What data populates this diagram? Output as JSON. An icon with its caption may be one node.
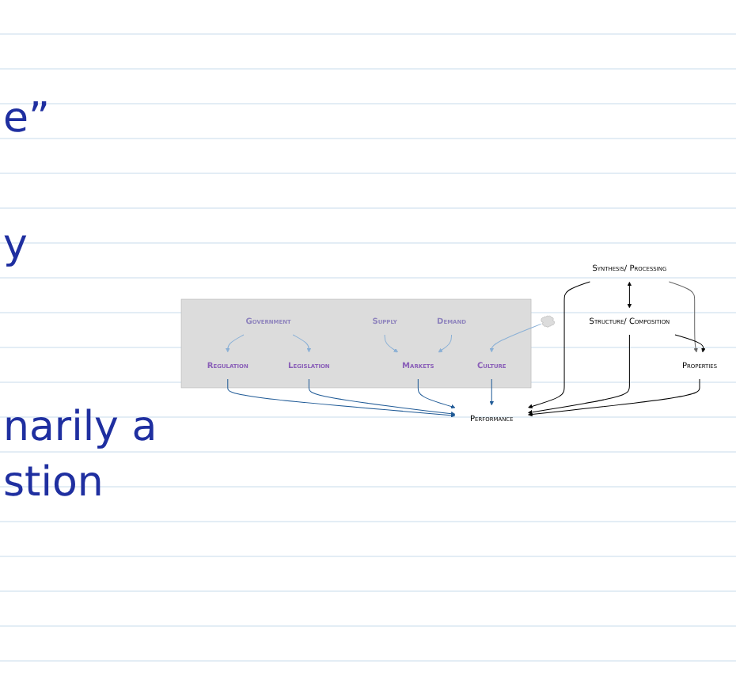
{
  "diagram": {
    "nodes": [
      {
        "text": [],
        "shape": "cloud"
      },
      {
        "text": [
          "Government"
        ],
        "in": 0
      },
      {
        "text": [
          "Supply"
        ],
        "in": 0
      },
      {
        "text": [
          "Demand"
        ],
        "in": 0
      },
      {
        "text": [
          "Regulation"
        ],
        "in": 0
      },
      {
        "text": [
          "Legislation"
        ],
        "in": 0
      },
      {
        "text": [
          "Markets"
        ],
        "in": 0
      },
      {
        "text": [
          "Culture"
        ],
        "in": 0
      },
      {
        "text": [
          "Performance"
        ]
      },
      {
        "text": [
          "Synthesis/ Processing"
        ]
      },
      {
        "text": [
          "Properties"
        ]
      },
      {
        "text": [
          "Structure/ Composition"
        ]
      },
      {
        "text": [],
        "shape": "cloud"
      }
    ],
    "edges": [
      {
        "from": 1,
        "to": 4,
        "arrow": "to",
        "color": "#8ab0d6"
      },
      {
        "from": 1,
        "to": 5,
        "arrow": "to",
        "color": "#8ab0d6"
      },
      {
        "from": 2,
        "to": 6,
        "arrow": "to",
        "color": "#8ab0d6"
      },
      {
        "from": 3,
        "to": 6,
        "arrow": "to",
        "color": "#8ab0d6"
      },
      {
        "from": 12,
        "to": 7,
        "arrow": "to",
        "color": "#8ab0d6"
      },
      {
        "from": 4,
        "to": 8,
        "arrow": "to",
        "color": "#1f5a96"
      },
      {
        "from": 5,
        "to": 8,
        "arrow": "to",
        "color": "#1f5a96"
      },
      {
        "from": 6,
        "to": 8,
        "arrow": "to",
        "color": "#1f5a96"
      },
      {
        "from": 7,
        "to": 8,
        "arrow": "to",
        "color": "#1f5a96"
      },
      {
        "from": 9,
        "to": 8,
        "arrow": "to",
        "color": "#000000"
      },
      {
        "from": 11,
        "to": 8,
        "arrow": "to",
        "color": "#000000"
      },
      {
        "from": 10,
        "to": 8,
        "arrow": "to",
        "color": "#000000"
      },
      {
        "from": 9,
        "to": 10,
        "arrow": "to",
        "color": "#666666"
      },
      {
        "from": 11,
        "to": 10,
        "arrow": "to",
        "color": "#000000"
      },
      {
        "from": 9,
        "to": 11,
        "arrow": "both",
        "color": "#000000"
      }
    ],
    "labels": [
      "e”",
      "y",
      "narily a",
      "stion"
    ]
  }
}
